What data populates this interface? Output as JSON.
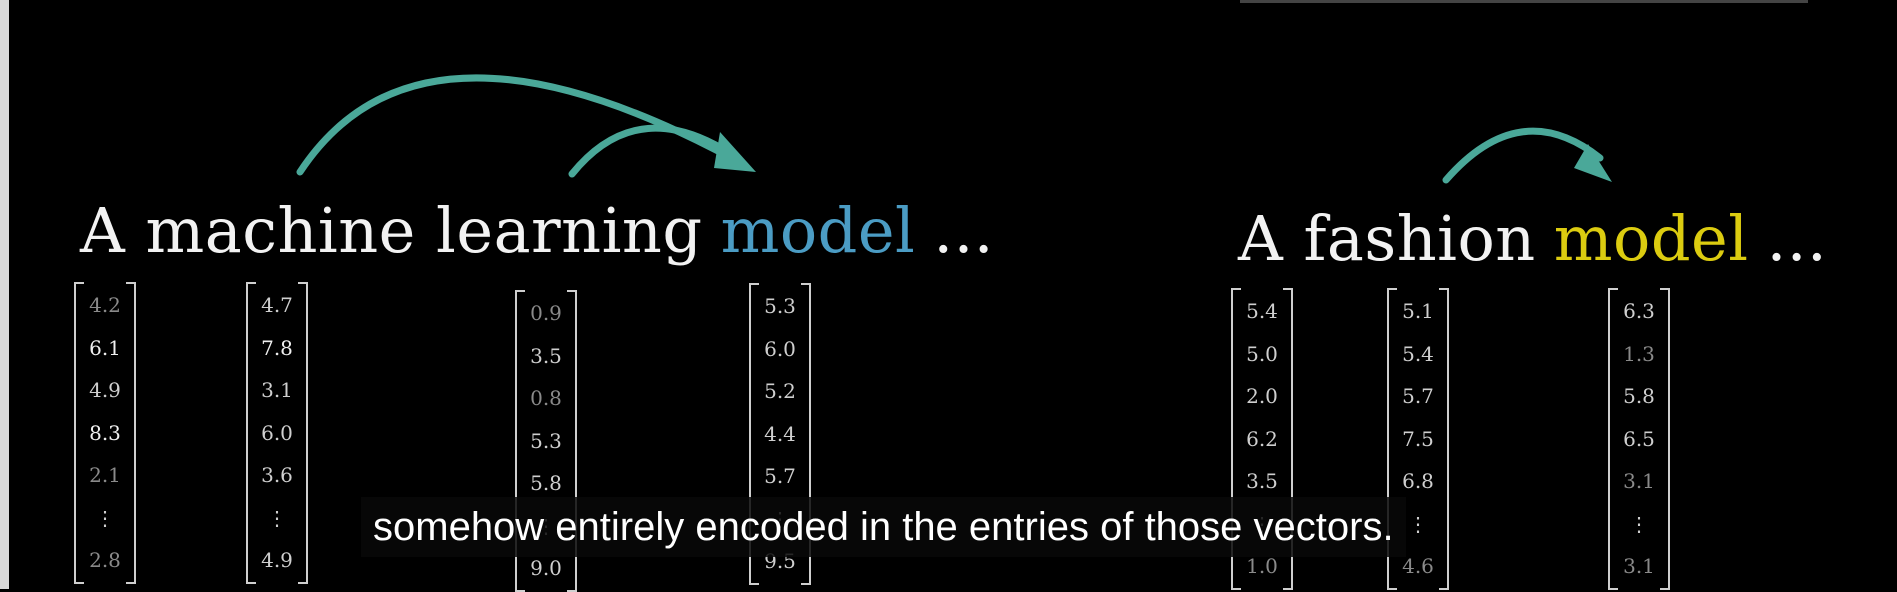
{
  "colors": {
    "arrow": "#4aa899",
    "model_blue": "#4b9cc4",
    "model_yellow": "#dccc10",
    "text": "#f2f2f2"
  },
  "heading_left": {
    "prefix": "A machine learning",
    "highlight": "model",
    "suffix": "..."
  },
  "heading_right": {
    "prefix": "A fashion",
    "highlight": "model",
    "suffix": "..."
  },
  "vectors_left": [
    {
      "entries": [
        "4.2",
        "6.1",
        "4.9",
        "8.3",
        "2.1",
        "⋮",
        "2.8"
      ]
    },
    {
      "entries": [
        "4.7",
        "7.8",
        "3.1",
        "6.0",
        "3.6",
        "⋮",
        "4.9"
      ]
    },
    {
      "entries": [
        "0.9",
        "3.5",
        "0.8",
        "5.3",
        "5.8",
        "⋮",
        "9.0"
      ]
    },
    {
      "entries": [
        "5.3",
        "6.0",
        "5.2",
        "4.4",
        "5.7",
        "⋮",
        "9.5"
      ]
    }
  ],
  "vectors_right": [
    {
      "entries": [
        "5.4",
        "5.0",
        "2.0",
        "6.2",
        "3.5",
        "⋮",
        "1.0"
      ]
    },
    {
      "entries": [
        "5.1",
        "5.4",
        "5.7",
        "7.5",
        "6.8",
        "⋮",
        "4.6"
      ]
    },
    {
      "entries": [
        "6.3",
        "1.3",
        "5.8",
        "6.5",
        "3.1",
        "⋮",
        "3.1"
      ]
    }
  ],
  "caption": "somehow entirely encoded in the entries of those vectors."
}
